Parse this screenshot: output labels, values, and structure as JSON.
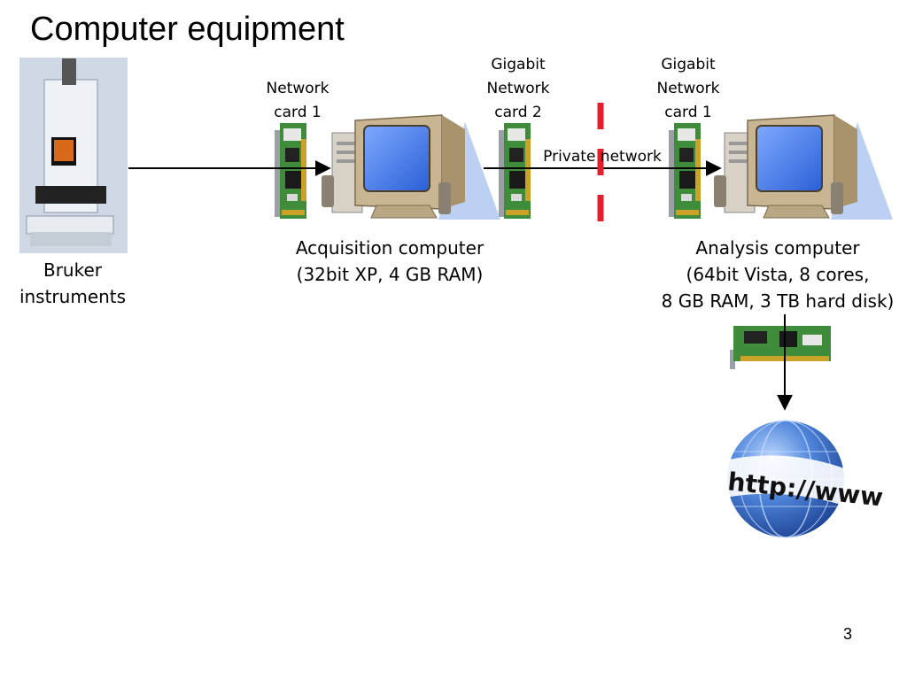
{
  "slide": {
    "title": "Computer equipment",
    "page_number": "3"
  },
  "labels": {
    "instrument": [
      "Bruker",
      "instruments"
    ],
    "acq_card": [
      "Network",
      "card 1"
    ],
    "acq_computer": [
      "Acquisition computer",
      "(32bit XP, 4 GB RAM)"
    ],
    "gig_card2": [
      "Gigabit",
      "Network",
      "card 2"
    ],
    "gig_card1": [
      "Gigabit",
      "Network",
      "card 1"
    ],
    "private_network": "Private network",
    "analysis_computer": [
      "Analysis computer",
      "(64bit Vista, 8 cores,",
      "8 GB RAM, 3 TB hard disk)"
    ],
    "globe_text": "http://www"
  },
  "colors": {
    "separator": "#e41e2b",
    "screen": "#3f79e8",
    "monitor": "#c9b592",
    "pcb": "#3f8d3b",
    "globe": "#3d6fc4"
  },
  "icons": [
    "microscope-icon",
    "network-card-icon",
    "computer-icon",
    "globe-icon"
  ]
}
